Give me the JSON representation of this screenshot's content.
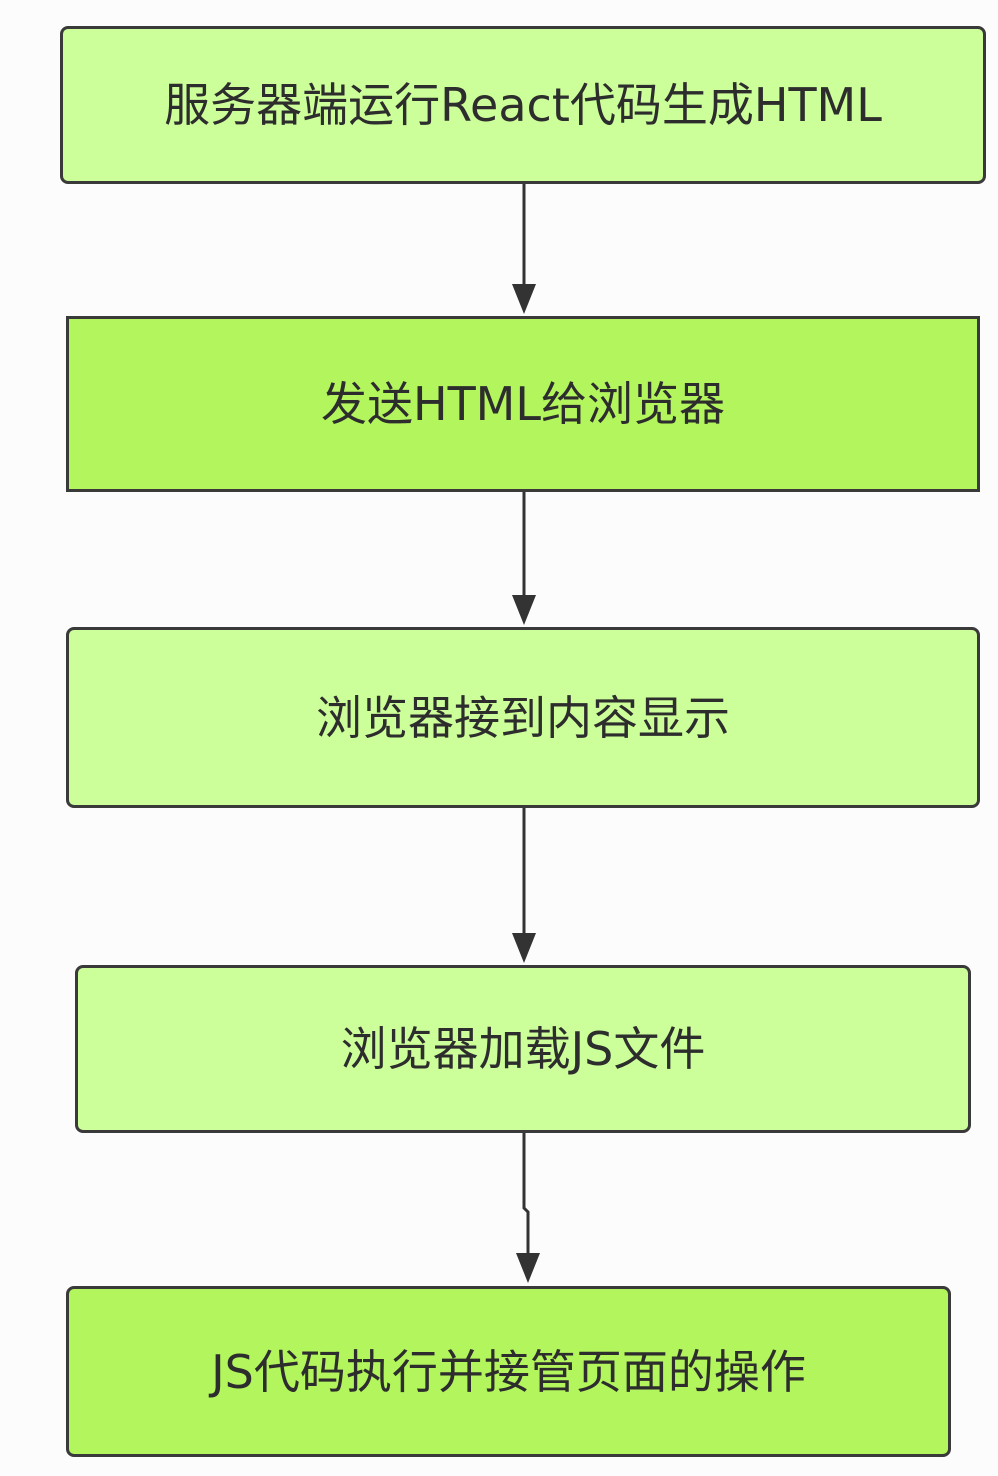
{
  "diagram": {
    "steps": [
      {
        "label": "服务器端运行React代码生成HTML"
      },
      {
        "label": "发送HTML给浏览器"
      },
      {
        "label": "浏览器接到内容显示"
      },
      {
        "label": "浏览器加载JS文件"
      },
      {
        "label": "JS代码执行并接管页面的操作"
      }
    ],
    "colors": {
      "box_light": "#ccff99",
      "box_bright": "#b3f55d",
      "border": "#3a3a3a",
      "arrow": "#333333",
      "text": "#2d2d2d"
    }
  }
}
